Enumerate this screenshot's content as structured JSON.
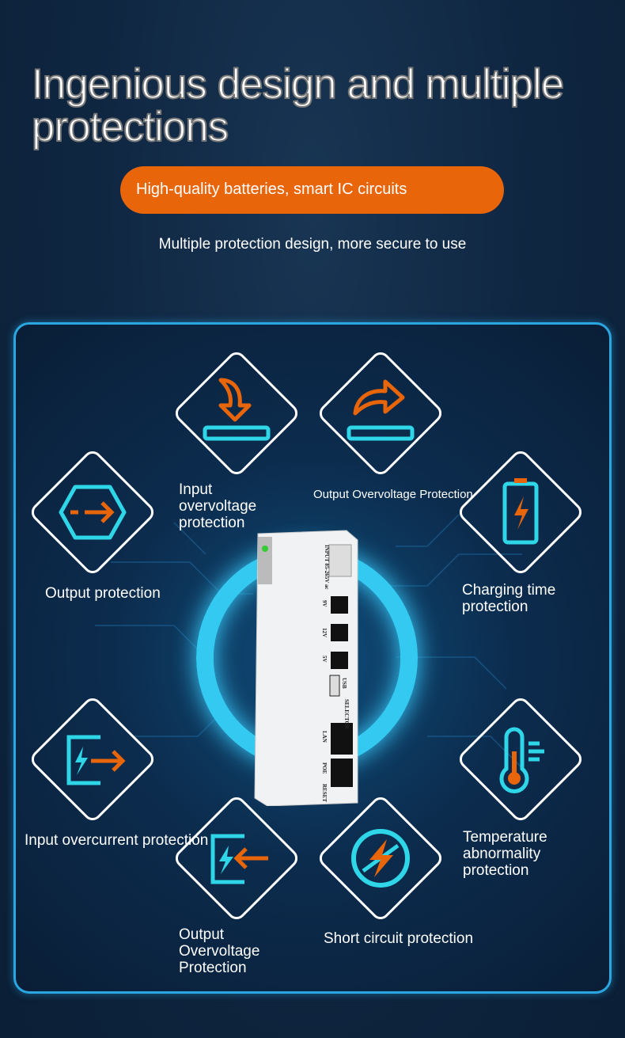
{
  "title": "Ingenious design and multiple protections",
  "badge": "High-quality batteries, smart IC circuits",
  "subtitle": "Multiple protection design, more secure to use",
  "colors": {
    "accent_orange": "#e8650a",
    "accent_cyan": "#2fd6e8",
    "border_blue": "#2aa6e0",
    "background": "#0d2340"
  },
  "features": [
    {
      "label": "Input overvoltage protection",
      "icon": "arrow-down-into-tray-icon"
    },
    {
      "label": "Output Overvoltage Protection",
      "icon": "arrow-up-out-of-tray-icon"
    },
    {
      "label": "Output protection",
      "icon": "hexagon-arrow-right-icon"
    },
    {
      "label": "Charging time protection",
      "icon": "battery-bolt-icon"
    },
    {
      "label": "Input overcurrent protection",
      "icon": "bolt-arrow-out-icon"
    },
    {
      "label": "Temperature abnormality protection",
      "icon": "thermometer-icon"
    },
    {
      "label": "Output Overvoltage Protection",
      "icon": "bolt-arrow-in-icon"
    },
    {
      "label": "Short circuit protection",
      "icon": "bolt-circle-icon"
    }
  ],
  "device": {
    "input": "INPUT 85-265V ac",
    "p9": "9V",
    "p12": "12V",
    "p5": "5V",
    "usb": "USB",
    "selector": "SELECTOR",
    "lan": "LAN",
    "poe": "POE",
    "reset": "RESET"
  }
}
